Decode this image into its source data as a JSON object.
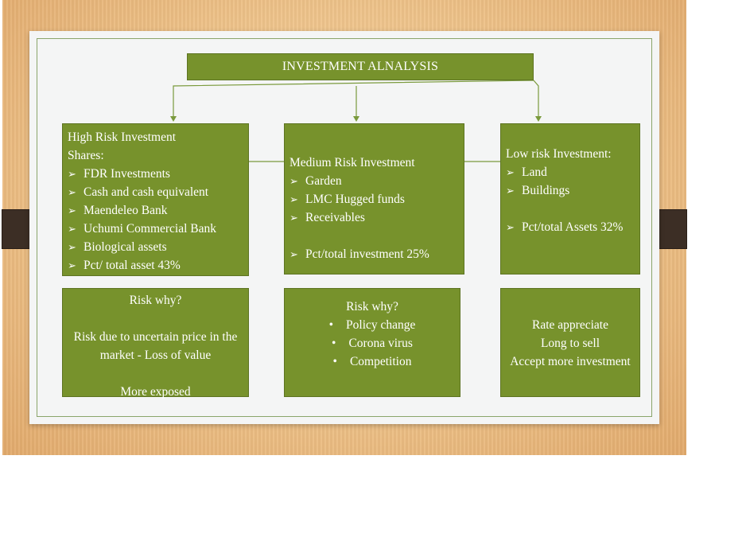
{
  "title": "INVESTMENT ALNALYSIS",
  "colors": {
    "box_fill": "#77922C",
    "connector": "#7A9A3C",
    "tab": "#3C2E25"
  },
  "high": {
    "heading": "High Risk Investment",
    "subheading": "Shares:",
    "items": [
      "FDR Investments",
      "Cash and cash equivalent",
      "Maendeleo Bank",
      "Uchumi Commercial Bank",
      "Biological assets",
      "Pct/ total asset 43%"
    ]
  },
  "medium": {
    "heading": "Medium Risk Investment",
    "items": [
      "Garden",
      "LMC Hugged funds",
      "Receivables"
    ],
    "pct": "Pct/total investment  25%"
  },
  "low": {
    "heading": "Low risk Investment:",
    "items": [
      "Land",
      "Buildings"
    ],
    "pct": "Pct/total Assets 32%"
  },
  "high_why": {
    "heading": "Risk why?",
    "line1": "Risk due to uncertain price in the",
    "line2": "market  - Loss of value",
    "line3": "More exposed"
  },
  "medium_why": {
    "heading": "Risk why?",
    "items": [
      "Policy change",
      "Corona virus",
      "Competition"
    ]
  },
  "low_why": {
    "lines": [
      "Rate appreciate",
      "Long to sell",
      "Accept more investment"
    ]
  }
}
